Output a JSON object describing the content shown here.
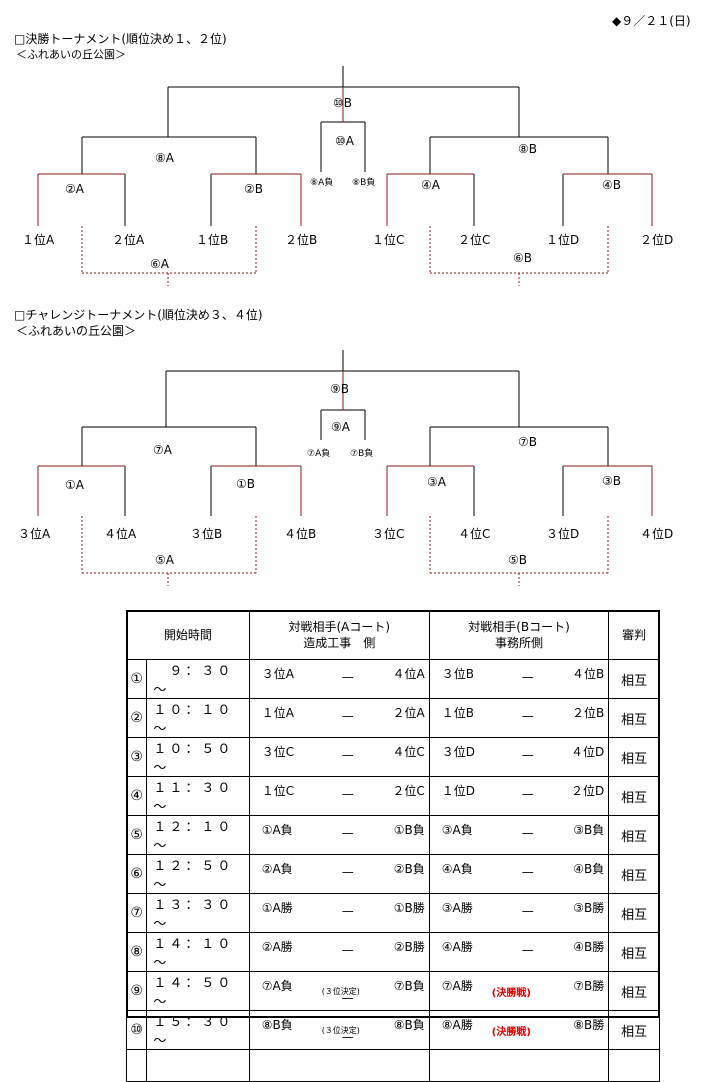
{
  "date": "◆９／２１(日)",
  "tournament1": {
    "title": "□決勝トーナメント(順位決め１、２位)",
    "venue": "＜ふれあいの丘公園＞",
    "labels": {
      "top": "⑩B",
      "mid": "⑩A",
      "loseA": "⑧A負",
      "loseB": "⑧B負",
      "lsemi": "⑧A",
      "rsemi": "⑧B",
      "q1": "②A",
      "q2": "②B",
      "q3": "④A",
      "q4": "④B",
      "t1": "１位A",
      "t2": "２位A",
      "t3": "１位B",
      "t4": "２位B",
      "t5": "１位C",
      "t6": "２位C",
      "t7": "１位D",
      "t8": "２位D",
      "cons1": "⑥A",
      "cons2": "⑥B"
    }
  },
  "tournament2": {
    "title": "□チャレンジトーナメント(順位決め３、４位)",
    "venue": "＜ふれあいの丘公園＞",
    "labels": {
      "top": "⑨B",
      "mid": "⑨A",
      "loseA": "⑦A負",
      "loseB": "⑦B負",
      "lsemi": "⑦A",
      "rsemi": "⑦B",
      "q1": "①A",
      "q2": "①B",
      "q3": "③A",
      "q4": "③B",
      "t1": "３位A",
      "t2": "４位A",
      "t3": "３位B",
      "t4": "４位B",
      "t5": "３位C",
      "t6": "４位C",
      "t7": "３位D",
      "t8": "４位D",
      "cons1": "⑤A",
      "cons2": "⑤B"
    }
  },
  "schedule": {
    "headers": {
      "time": "開始時間",
      "courtA1": "対戦相手(Aコート)",
      "courtA2": "造成工事　側",
      "courtB1": "対戦相手(Bコート)",
      "courtB2": "事務所側",
      "ref": "審判"
    },
    "dash": "—",
    "rows": [
      {
        "no": "①",
        "time": "　９：３０～",
        "a1": "３位A",
        "a2": "４位A",
        "b1": "３位B",
        "b2": "４位B",
        "ref": "相互"
      },
      {
        "no": "②",
        "time": "１０：１０～",
        "a1": "１位A",
        "a2": "２位A",
        "b1": "１位B",
        "b2": "２位B",
        "ref": "相互"
      },
      {
        "no": "③",
        "time": "１０：５０～",
        "a1": "３位C",
        "a2": "４位C",
        "b1": "３位D",
        "b2": "４位D",
        "ref": "相互"
      },
      {
        "no": "④",
        "time": "１１：３０～",
        "a1": "１位C",
        "a2": "２位C",
        "b1": "１位D",
        "b2": "２位D",
        "ref": "相互"
      },
      {
        "no": "⑤",
        "time": "１２：１０～",
        "a1": "①A負",
        "a2": "①B負",
        "b1": "③A負",
        "b2": "③B負",
        "ref": "相互"
      },
      {
        "no": "⑥",
        "time": "１２：５０～",
        "a1": "②A負",
        "a2": "②B負",
        "b1": "④A負",
        "b2": "④B負",
        "ref": "相互"
      },
      {
        "no": "⑦",
        "time": "１３：３０～",
        "a1": "①A勝",
        "a2": "①B勝",
        "b1": "③A勝",
        "b2": "③B勝",
        "ref": "相互"
      },
      {
        "no": "⑧",
        "time": "１４：１０～",
        "a1": "②A勝",
        "a2": "②B勝",
        "b1": "④A勝",
        "b2": "④B勝",
        "ref": "相互"
      },
      {
        "no": "⑨",
        "time": "１４：５０～",
        "a1": "⑦A負",
        "a2": "⑦B負",
        "aNote": "(３位決定)",
        "b1": "⑦A勝",
        "b2": "⑦B勝",
        "bNote": "(決勝戦)",
        "ref": "相互"
      },
      {
        "no": "⑩",
        "time": "１５：３０～",
        "a1": "⑧B負",
        "a2": "⑧B負",
        "aNote": "(３位決定)",
        "b1": "⑧A勝",
        "b2": "⑧B勝",
        "bNote": "(決勝戦)",
        "ref": "相互"
      }
    ]
  }
}
